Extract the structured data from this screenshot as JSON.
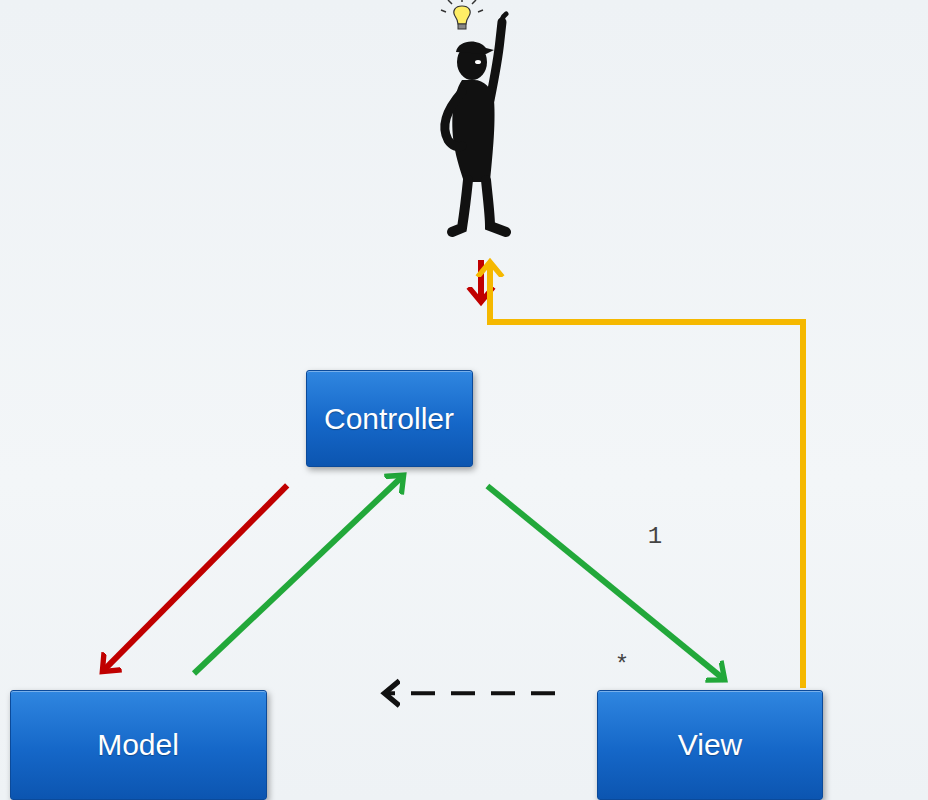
{
  "diagram": {
    "nodes": [
      {
        "text": [
          "Controller"
        ]
      },
      {
        "text": [
          "Model"
        ]
      },
      {
        "text": [
          "View"
        ]
      }
    ],
    "edges": [
      {
        "from": 0,
        "to": 1,
        "arrow": "to"
      },
      {
        "from": 1,
        "to": 0,
        "arrow": "to"
      },
      {
        "from": 0,
        "to": 2,
        "arrow": "to"
      },
      {
        "from": 2,
        "to": 1,
        "arrow": "to"
      }
    ],
    "labels": [
      "1",
      "*"
    ]
  }
}
